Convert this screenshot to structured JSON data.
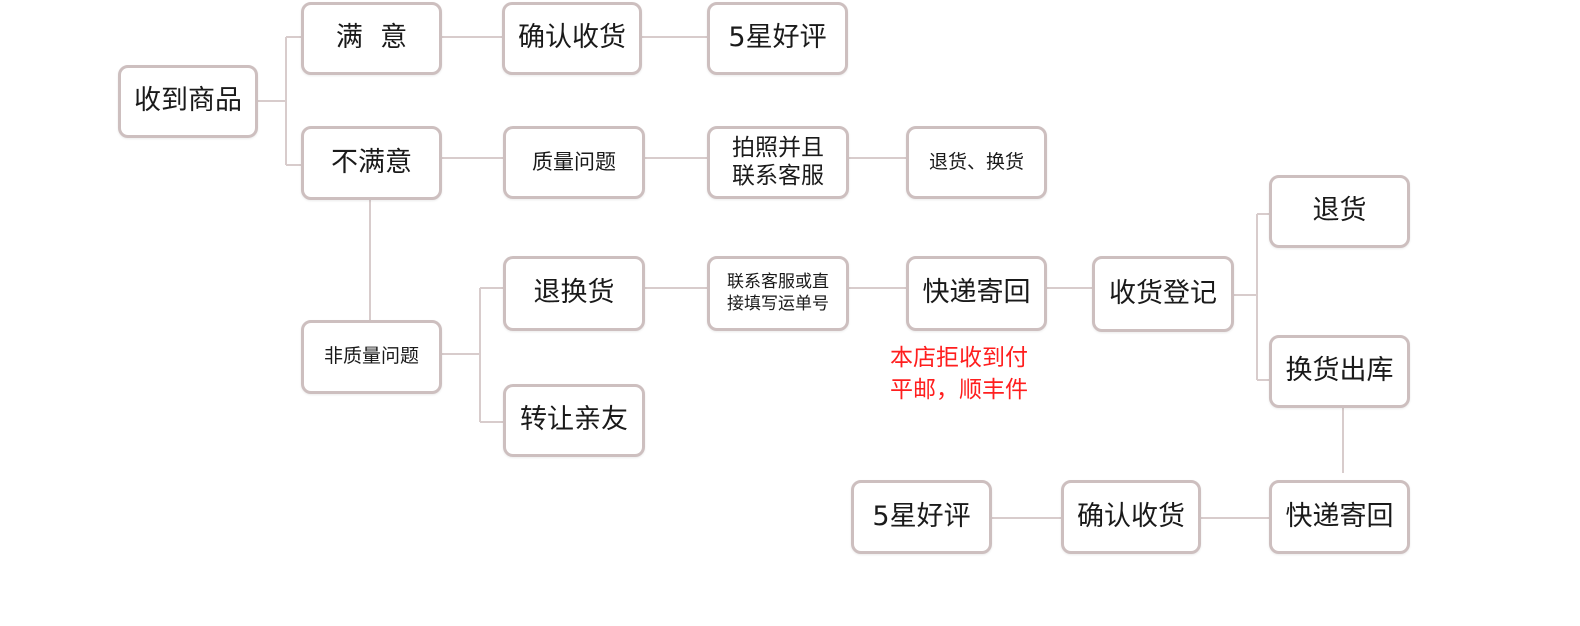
{
  "nodes": {
    "receive_goods": "收到商品",
    "satisfied": "满  意",
    "confirm_receipt_1": "确认收货",
    "five_star_1": "5星好评",
    "not_satisfied": "不满意",
    "quality_issue": "质量问题",
    "photo_contact": "拍照并且\n联系客服",
    "return_exchange_1": "退货、换货",
    "non_quality_issue": "非质量问题",
    "return_exchange_2": "退换货",
    "contact_or_fill": "联系客服或直\n接填写运单号",
    "express_return": "快递寄回",
    "receipt_register": "收货登记",
    "return_goods": "退货",
    "exchange_outbound": "换货出库",
    "transfer_friends": "转让亲友",
    "express_back": "快递寄回",
    "confirm_receipt_2": "确认收货",
    "five_star_2": "5星好评"
  },
  "note": "本店拒收到付\n平邮，顺丰件",
  "colors": {
    "box_border": "#cdbfbf",
    "connector": "#d8cccc",
    "note_text": "#ff1e1e"
  }
}
